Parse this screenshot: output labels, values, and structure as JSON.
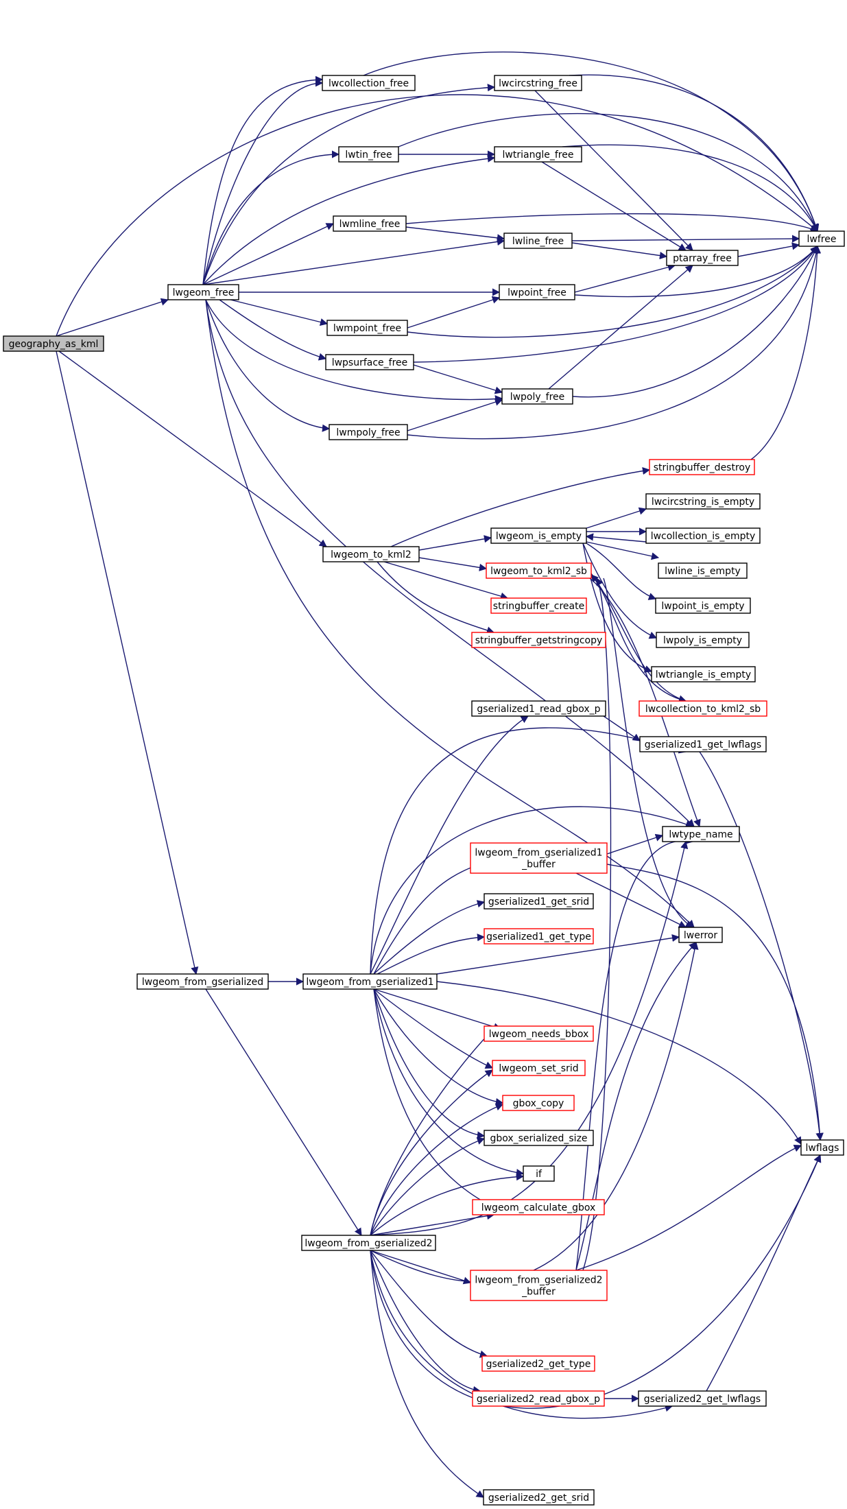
{
  "colors": {
    "edge": "#191970",
    "node_border": "#000000",
    "node_border_undocumented": "#ff0000",
    "root_fill": "#bfbfbf"
  },
  "nodes": [
    {
      "id": "geography_as_kml",
      "label": [
        "geography_as_kml"
      ],
      "style": "root"
    },
    {
      "id": "lwgeom_free",
      "label": [
        "lwgeom_free"
      ],
      "style": "normal"
    },
    {
      "id": "lwcollection_free",
      "label": [
        "lwcollection_free"
      ],
      "style": "normal"
    },
    {
      "id": "lwcircstring_free",
      "label": [
        "lwcircstring_free"
      ],
      "style": "normal"
    },
    {
      "id": "lwtin_free",
      "label": [
        "lwtin_free"
      ],
      "style": "normal"
    },
    {
      "id": "lwtriangle_free",
      "label": [
        "lwtriangle_free"
      ],
      "style": "normal"
    },
    {
      "id": "lwmline_free",
      "label": [
        "lwmline_free"
      ],
      "style": "normal"
    },
    {
      "id": "lwline_free",
      "label": [
        "lwline_free"
      ],
      "style": "normal"
    },
    {
      "id": "lwfree",
      "label": [
        "lwfree"
      ],
      "style": "normal"
    },
    {
      "id": "ptarray_free",
      "label": [
        "ptarray_free"
      ],
      "style": "normal"
    },
    {
      "id": "lwpoint_free",
      "label": [
        "lwpoint_free"
      ],
      "style": "normal"
    },
    {
      "id": "lwmpoint_free",
      "label": [
        "lwmpoint_free"
      ],
      "style": "normal"
    },
    {
      "id": "lwpsurface_free",
      "label": [
        "lwpsurface_free"
      ],
      "style": "normal"
    },
    {
      "id": "lwpoly_free",
      "label": [
        "lwpoly_free"
      ],
      "style": "normal"
    },
    {
      "id": "lwmpoly_free",
      "label": [
        "lwmpoly_free"
      ],
      "style": "normal"
    },
    {
      "id": "stringbuffer_destroy",
      "label": [
        "stringbuffer_destroy"
      ],
      "style": "undocumented"
    },
    {
      "id": "lwcircstring_is_empty",
      "label": [
        "lwcircstring_is_empty"
      ],
      "style": "normal"
    },
    {
      "id": "lwgeom_is_empty",
      "label": [
        "lwgeom_is_empty"
      ],
      "style": "normal"
    },
    {
      "id": "lwcollection_is_empty",
      "label": [
        "lwcollection_is_empty"
      ],
      "style": "normal"
    },
    {
      "id": "lwgeom_to_kml2",
      "label": [
        "lwgeom_to_kml2"
      ],
      "style": "normal"
    },
    {
      "id": "lwgeom_to_kml2_sb",
      "label": [
        "lwgeom_to_kml2_sb"
      ],
      "style": "undocumented"
    },
    {
      "id": "lwline_is_empty",
      "label": [
        "lwline_is_empty"
      ],
      "style": "normal"
    },
    {
      "id": "stringbuffer_create",
      "label": [
        "stringbuffer_create"
      ],
      "style": "undocumented"
    },
    {
      "id": "lwpoint_is_empty",
      "label": [
        "lwpoint_is_empty"
      ],
      "style": "normal"
    },
    {
      "id": "stringbuffer_getstringcopy",
      "label": [
        "stringbuffer_getstringcopy"
      ],
      "style": "undocumented"
    },
    {
      "id": "lwpoly_is_empty",
      "label": [
        "lwpoly_is_empty"
      ],
      "style": "normal"
    },
    {
      "id": "lwtriangle_is_empty",
      "label": [
        "lwtriangle_is_empty"
      ],
      "style": "normal"
    },
    {
      "id": "gserialized1_read_gbox_p",
      "label": [
        "gserialized1_read_gbox_p"
      ],
      "style": "normal"
    },
    {
      "id": "lwcollection_to_kml2_sb",
      "label": [
        "lwcollection_to_kml2_sb"
      ],
      "style": "undocumented"
    },
    {
      "id": "gserialized1_get_lwflags",
      "label": [
        "gserialized1_get_lwflags"
      ],
      "style": "normal"
    },
    {
      "id": "lwgeom_from_gserialized1_buffer",
      "label": [
        "lwgeom_from_gserialized1",
        "_buffer"
      ],
      "style": "undocumented"
    },
    {
      "id": "lwtype_name",
      "label": [
        "lwtype_name"
      ],
      "style": "normal"
    },
    {
      "id": "gserialized1_get_srid",
      "label": [
        "gserialized1_get_srid"
      ],
      "style": "normal"
    },
    {
      "id": "gserialized1_get_type",
      "label": [
        "gserialized1_get_type"
      ],
      "style": "undocumented"
    },
    {
      "id": "lwerror",
      "label": [
        "lwerror"
      ],
      "style": "normal"
    },
    {
      "id": "lwgeom_from_gserialized",
      "label": [
        "lwgeom_from_gserialized"
      ],
      "style": "normal"
    },
    {
      "id": "lwgeom_from_gserialized1",
      "label": [
        "lwgeom_from_gserialized1"
      ],
      "style": "normal"
    },
    {
      "id": "lwgeom_needs_bbox",
      "label": [
        "lwgeom_needs_bbox"
      ],
      "style": "undocumented"
    },
    {
      "id": "lwgeom_set_srid",
      "label": [
        "lwgeom_set_srid"
      ],
      "style": "undocumented"
    },
    {
      "id": "gbox_copy",
      "label": [
        "gbox_copy"
      ],
      "style": "undocumented"
    },
    {
      "id": "gbox_serialized_size",
      "label": [
        "gbox_serialized_size"
      ],
      "style": "normal"
    },
    {
      "id": "lwflags",
      "label": [
        "lwflags"
      ],
      "style": "normal"
    },
    {
      "id": "if",
      "label": [
        "if"
      ],
      "style": "normal"
    },
    {
      "id": "lwgeom_calculate_gbox",
      "label": [
        "lwgeom_calculate_gbox"
      ],
      "style": "undocumented"
    },
    {
      "id": "lwgeom_from_gserialized2",
      "label": [
        "lwgeom_from_gserialized2"
      ],
      "style": "normal"
    },
    {
      "id": "lwgeom_from_gserialized2_buffer",
      "label": [
        "lwgeom_from_gserialized2",
        "_buffer"
      ],
      "style": "undocumented"
    },
    {
      "id": "gserialized2_get_type",
      "label": [
        "gserialized2_get_type"
      ],
      "style": "undocumented"
    },
    {
      "id": "gserialized2_read_gbox_p",
      "label": [
        "gserialized2_read_gbox_p"
      ],
      "style": "undocumented"
    },
    {
      "id": "gserialized2_get_lwflags",
      "label": [
        "gserialized2_get_lwflags"
      ],
      "style": "normal"
    },
    {
      "id": "gserialized2_get_srid",
      "label": [
        "gserialized2_get_srid"
      ],
      "style": "normal"
    }
  ]
}
